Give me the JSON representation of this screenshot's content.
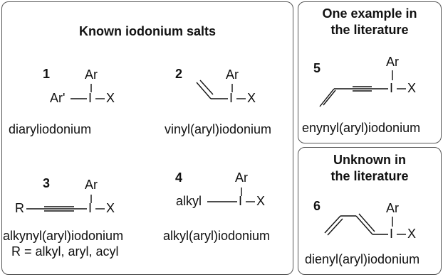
{
  "panels": {
    "known": {
      "title": "Known iodonium salts"
    },
    "one_example": {
      "title_line1": "One example in",
      "title_line2": "the literature"
    },
    "unknown": {
      "title_line1": "Unknown in",
      "title_line2": "the literature"
    }
  },
  "compounds": [
    {
      "number": "1",
      "name": "diaryliodonium",
      "atoms": {
        "top": "Ar",
        "left": "Ar'",
        "center": "I",
        "right": "X"
      }
    },
    {
      "number": "2",
      "name": "vinyl(aryl)iodonium",
      "atoms": {
        "top": "Ar",
        "center": "I",
        "right": "X"
      }
    },
    {
      "number": "3",
      "name": "alkynyl(aryl)iodonium",
      "note": "R = alkyl, aryl, acyl",
      "atoms": {
        "top": "Ar",
        "left": "R",
        "center": "I",
        "right": "X"
      }
    },
    {
      "number": "4",
      "name": "alkyl(aryl)iodonium",
      "atoms": {
        "top": "Ar",
        "left": "alkyl",
        "center": "I",
        "right": "X"
      }
    },
    {
      "number": "5",
      "name": "enynyl(aryl)iodonium",
      "atoms": {
        "top": "Ar",
        "center": "I",
        "right": "X"
      }
    },
    {
      "number": "6",
      "name": "dienyl(aryl)iodonium",
      "atoms": {
        "top": "Ar",
        "center": "I",
        "right": "X"
      }
    }
  ]
}
